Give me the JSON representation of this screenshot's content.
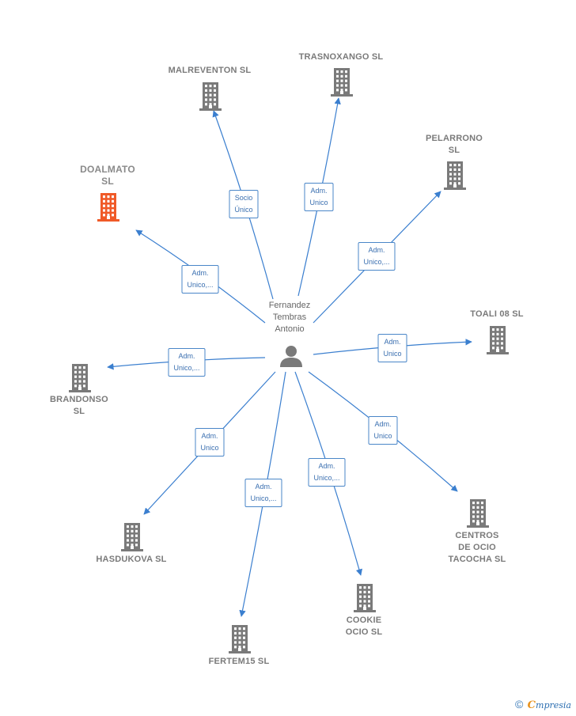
{
  "colors": {
    "edge": "#3b7fcf",
    "building": "#7a7a7a",
    "building_highlight": "#f05a28",
    "person": "#7a7a7a"
  },
  "center": {
    "name": "Fernandez\nTembras\nAntonio",
    "icon": "person-icon"
  },
  "companies": [
    {
      "id": "malreventon",
      "name": "MALREVENTON SL",
      "relation": "Socio\nÚnico",
      "icon": "building-icon",
      "highlight": false
    },
    {
      "id": "trasnoxango",
      "name": "TRASNOXANGO SL",
      "relation": "Adm.\nUnico",
      "icon": "building-icon",
      "highlight": false
    },
    {
      "id": "pelarrono",
      "name": "PELARRONO\nSL",
      "relation": "Adm.\nUnico,...",
      "icon": "building-icon",
      "highlight": false
    },
    {
      "id": "doalmato",
      "name": "DOALMATO\nSL",
      "relation": "Adm.\nUnico,...",
      "icon": "building-icon",
      "highlight": true
    },
    {
      "id": "toali",
      "name": "TOALI 08 SL",
      "relation": "Adm.\nUnico",
      "icon": "building-icon",
      "highlight": false
    },
    {
      "id": "brandonso",
      "name": "BRANDONSO\nSL",
      "relation": "Adm.\nUnico,...",
      "icon": "building-icon",
      "highlight": false
    },
    {
      "id": "centros",
      "name": "CENTROS\nDE OCIO\nTACOCHA  SL",
      "relation": "Adm.\nUnico",
      "icon": "building-icon",
      "highlight": false
    },
    {
      "id": "hasdukova",
      "name": "HASDUKOVA SL",
      "relation": "Adm.\nUnico",
      "icon": "building-icon",
      "highlight": false
    },
    {
      "id": "cookie",
      "name": "COOKIE\nOCIO  SL",
      "relation": "Adm.\nUnico,...",
      "icon": "building-icon",
      "highlight": false
    },
    {
      "id": "fertem",
      "name": "FERTEM15  SL",
      "relation": "Adm.\nUnico,...",
      "icon": "building-icon",
      "highlight": false
    }
  ],
  "footer": {
    "copyright": "©",
    "brand_initial": "C",
    "brand_rest": "mpresia"
  }
}
